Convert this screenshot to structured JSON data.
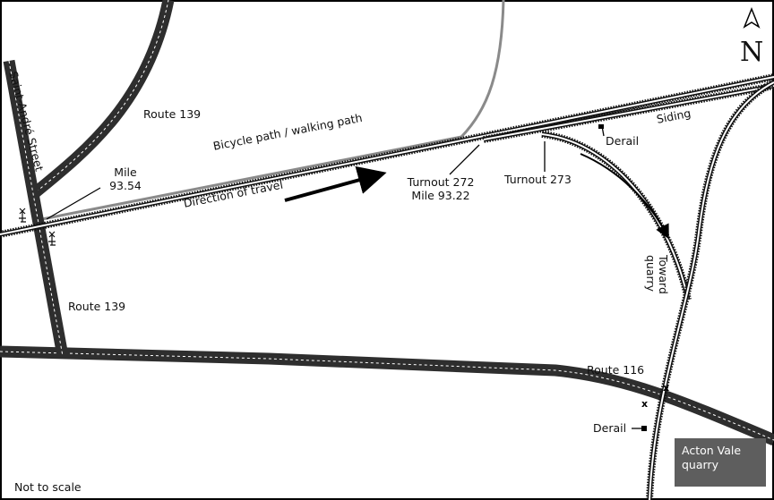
{
  "labels": {
    "saint_andre": "Saint-André Street",
    "route139_top": "Route 139",
    "route139_bottom": "Route 139",
    "route116": "Route 116",
    "mile_a": "Mile",
    "mile_b": "93.54",
    "bike_path": "Bicycle path / walking path",
    "direction": "Direction of travel",
    "turnout272": "Turnout 272",
    "mile9322": "Mile 93.22",
    "turnout273": "Turnout 273",
    "derail_top": "Derail",
    "siding": "Siding",
    "toward": "Toward",
    "quarry_dir": "quarry",
    "derail_bottom": "Derail",
    "not_to_scale": "Not to scale",
    "north": "N"
  },
  "quarry_box": {
    "line1": "Acton Vale",
    "line2": "quarry"
  },
  "colors": {
    "road": "#2e2e2e",
    "bike_path": "#8a8a8a",
    "quarry_box": "#5e5e5e"
  }
}
